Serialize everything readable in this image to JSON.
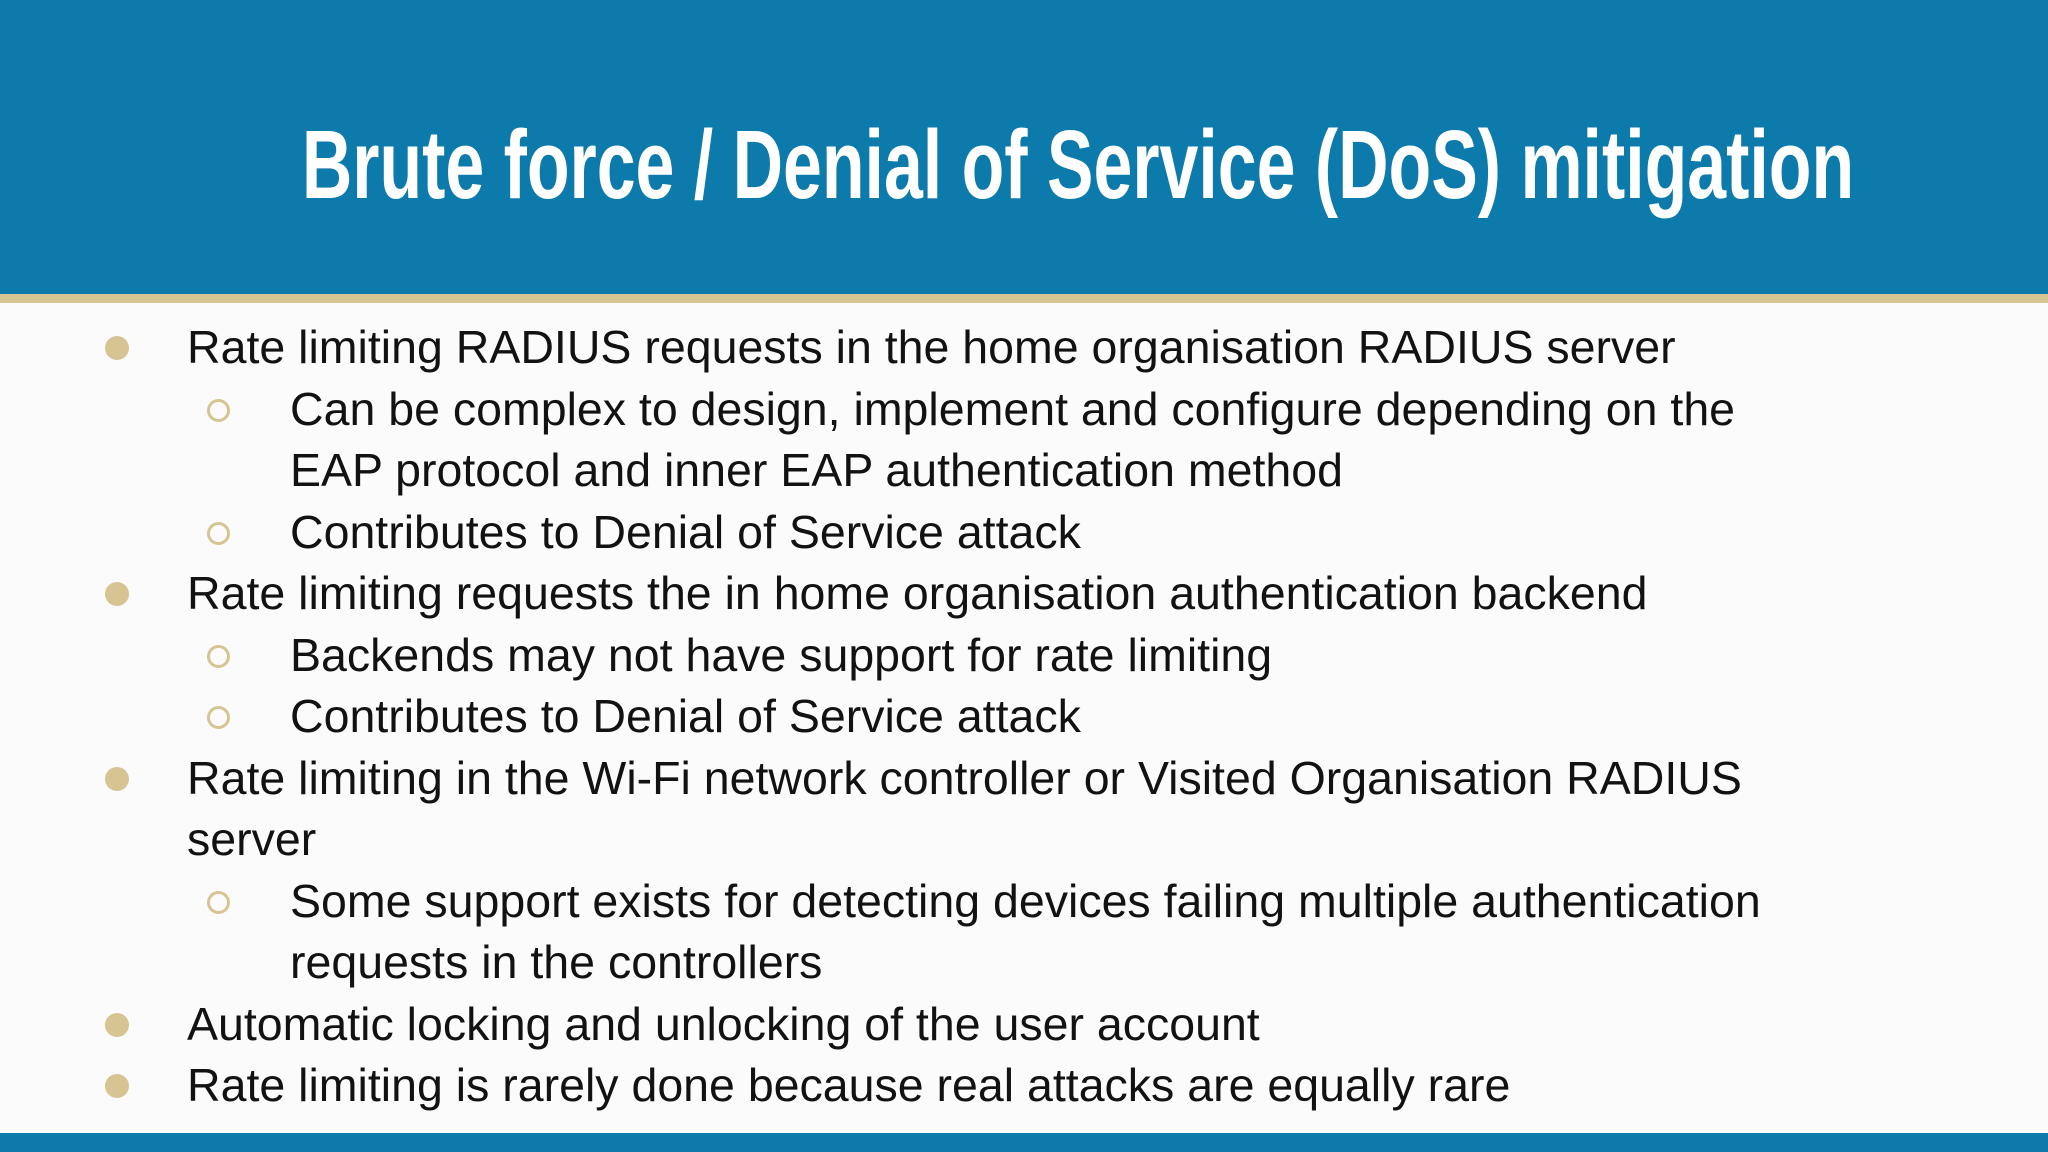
{
  "slide": {
    "title": "Brute force / Denial of Service (DoS) mitigation",
    "colors": {
      "header_blue": "#0c7aab",
      "accent_tan": "#d7c493",
      "text": "#121212",
      "background": "#fbfbfb"
    },
    "bullets": [
      {
        "level": 1,
        "text": "Rate limiting RADIUS requests in the home organisation RADIUS server"
      },
      {
        "level": 2,
        "text": "Can be complex to design, implement and configure depending on the\nEAP protocol and inner EAP authentication method"
      },
      {
        "level": 2,
        "text": "Contributes to Denial of Service attack"
      },
      {
        "level": 1,
        "text": "Rate limiting requests the in home organisation authentication backend"
      },
      {
        "level": 2,
        "text": "Backends may not have support for rate limiting"
      },
      {
        "level": 2,
        "text": "Contributes to Denial of Service attack"
      },
      {
        "level": 1,
        "text": "Rate limiting in the Wi-Fi network controller or Visited Organisation RADIUS\nserver"
      },
      {
        "level": 2,
        "text": "Some support exists for detecting devices failing multiple authentication\nrequests in the controllers"
      },
      {
        "level": 1,
        "text": "Automatic locking and unlocking of the user account"
      },
      {
        "level": 1,
        "text": "Rate limiting is rarely done because real attacks are equally rare"
      }
    ]
  }
}
